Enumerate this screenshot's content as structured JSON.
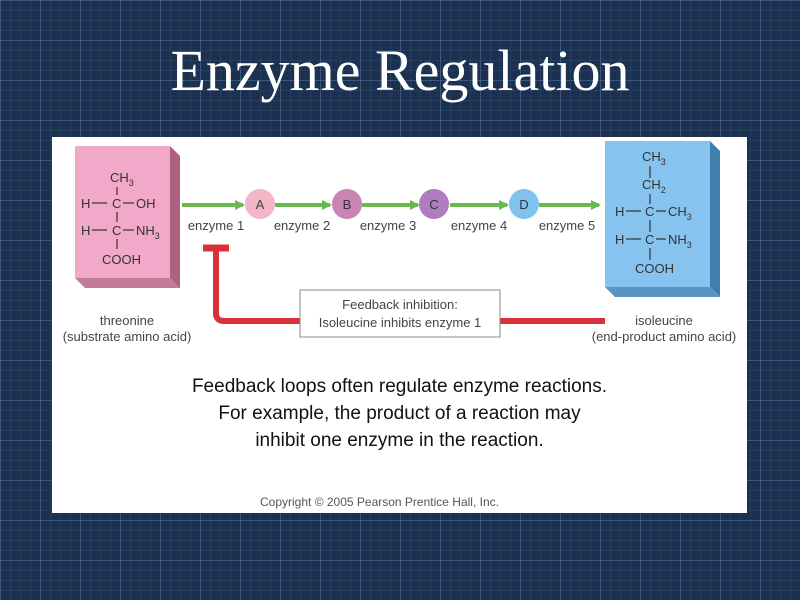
{
  "title": "Enzyme Regulation",
  "diagram": {
    "substrate": {
      "top_group": "CH",
      "top_group_sub": "3",
      "row1_left": "H",
      "row1_center": "C",
      "row1_right": "OH",
      "row2_left": "H",
      "row2_center": "C",
      "row2_right": "NH",
      "row2_right_sub": "3",
      "bottom_group": "COOH",
      "name": "threonine",
      "description": "(substrate amino acid)"
    },
    "product": {
      "top_group": "CH",
      "top_group_sub": "3",
      "second_group": "CH",
      "second_group_sub": "2",
      "row1_left": "H",
      "row1_center": "C",
      "row1_right": "CH",
      "row1_right_sub": "3",
      "row2_left": "H",
      "row2_center": "C",
      "row2_right": "NH",
      "row2_right_sub": "3",
      "bottom_group": "COOH",
      "name": "isoleucine",
      "description": "(end-product amino acid)"
    },
    "intermediates": [
      "A",
      "B",
      "C",
      "D"
    ],
    "intermediate_colors": [
      "#f2b6c6",
      "#c983b4",
      "#b07cc0",
      "#7fc3ec"
    ],
    "enzymes": [
      "enzyme 1",
      "enzyme 2",
      "enzyme 3",
      "enzyme 4",
      "enzyme 5"
    ],
    "feedback_box": {
      "line1": "Feedback inhibition:",
      "line2": "Isoleucine inhibits enzyme 1"
    },
    "colors": {
      "substrate_box": "#f1a8c9",
      "product_box": "#86c4ef",
      "arrow": "#6ab84f",
      "inhibition": "#d8313a"
    }
  },
  "caption": {
    "line1": "Feedback loops often regulate enzyme reactions.",
    "line2": "For example, the product of a reaction may",
    "line3": "inhibit one enzyme in the reaction."
  },
  "copyright": "Copyright © 2005 Pearson Prentice Hall, Inc."
}
